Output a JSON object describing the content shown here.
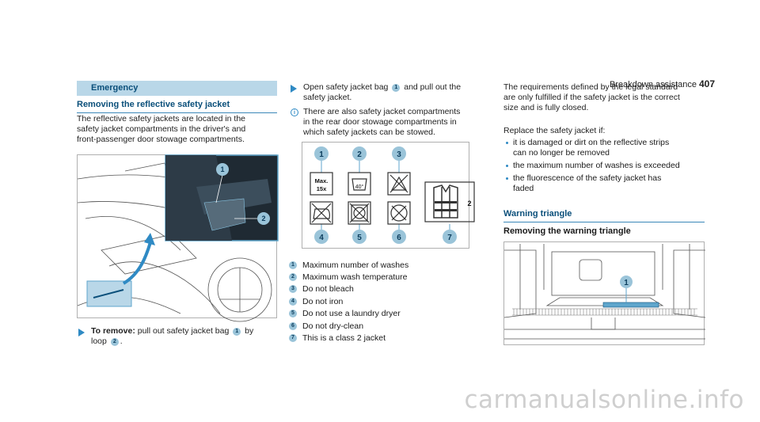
{
  "header": {
    "section": "Breakdown assistance",
    "page": "407"
  },
  "col1": {
    "section_label": "Emergency",
    "heading": "Removing the reflective safety jacket",
    "para_lines": [
      "The reflective safety jackets are located in the",
      "safety jacket compartments in the driver's and",
      "front-passenger door stowage compartments."
    ],
    "step_bold": "To remove:",
    "step_line1": " pull out safety jacket bag",
    "step_by": " by",
    "step_line2": "loop",
    "step_end": "."
  },
  "col2": {
    "step_line1a": "Open safety jacket bag",
    "step_line1b": " and pull out the",
    "step_line2": "safety jacket.",
    "info_lines": [
      "There are also safety jacket compartments",
      "in the rear door stowage compartments in",
      "which safety jackets can be stowed."
    ],
    "symbols": {
      "max_top": "Max.",
      "max_bottom": "15x",
      "temp": "40°",
      "class_num": "2"
    },
    "legend": [
      "Maximum number of washes",
      "Maximum wash temperature",
      "Do not bleach",
      "Do not iron",
      "Do not use a laundry dryer",
      "Do not dry-clean",
      "This is a class 2 jacket"
    ]
  },
  "col3": {
    "para_lines": [
      "The requirements defined by the legal standard",
      "are only fulfilled if the safety jacket is the correct",
      "size and is fully closed."
    ],
    "replace_intro": "Replace the safety jacket if:",
    "bullets": [
      [
        "it is damaged or dirt on the reflective strips",
        "can no longer be removed"
      ],
      [
        "the maximum number of washes is exceeded"
      ],
      [
        "the fluorescence of the safety jacket has",
        "faded"
      ]
    ],
    "section_heading": "Warning triangle",
    "subheading": "Removing the warning triangle"
  },
  "callouts": [
    "1",
    "2",
    "3",
    "4",
    "5",
    "6",
    "7"
  ],
  "watermark": "carmanualsonline.info"
}
